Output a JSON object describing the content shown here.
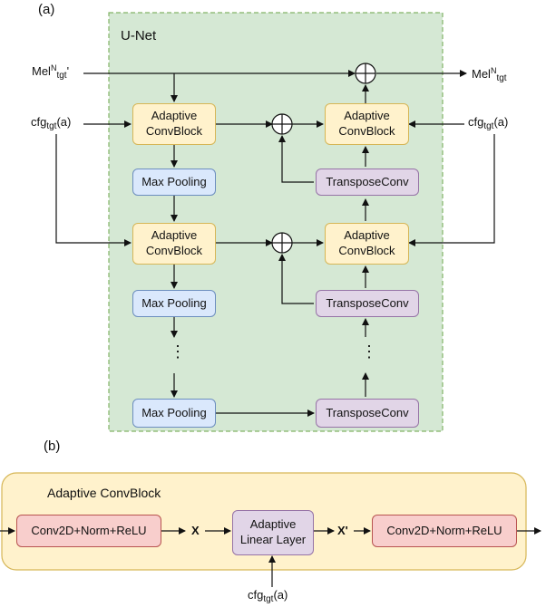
{
  "panel_a": {
    "panel_label": "(a)",
    "container_title": "U-Net",
    "input": {
      "base": "Mel",
      "sup": "N",
      "sub": "tgt",
      "suffix": "'"
    },
    "output": {
      "base": "Mel",
      "sup": "N",
      "sub": "tgt"
    },
    "cond_left": {
      "base": "cfg",
      "sub": "tgt",
      "suffix": "(a)"
    },
    "cond_right": {
      "base": "cfg",
      "sub": "tgt",
      "suffix": "(a)"
    },
    "enc_block_1": [
      "Adaptive",
      "ConvBlock"
    ],
    "enc_block_2": [
      "Adaptive",
      "ConvBlock"
    ],
    "dec_block_1": [
      "Adaptive",
      "ConvBlock"
    ],
    "dec_block_2": [
      "Adaptive",
      "ConvBlock"
    ],
    "pool_1": "Max Pooling",
    "pool_2": "Max Pooling",
    "pool_3": "Max Pooling",
    "tconv_1": "TransposeConv",
    "tconv_2": "TransposeConv",
    "tconv_3": "TransposeConv",
    "ellipsis": "⋮"
  },
  "panel_b": {
    "panel_label": "(b)",
    "container_title": "Adaptive ConvBlock",
    "conv_left": "Conv2D+Norm+ReLU",
    "conv_right": "Conv2D+Norm+ReLU",
    "adaptive_linear": [
      "Adaptive",
      "Linear Layer"
    ],
    "x_label": "X",
    "x_prime_label": "X'",
    "cond": {
      "base": "cfg",
      "sub": "tgt",
      "suffix": "(a)"
    }
  }
}
